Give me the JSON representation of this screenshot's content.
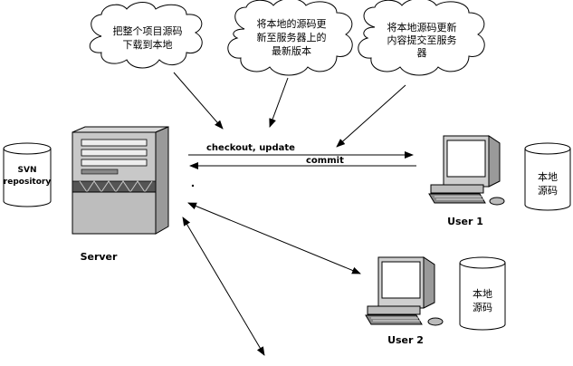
{
  "clouds": [
    {
      "id": "download",
      "lines": [
        "把整个项目源码",
        "下载到本地"
      ]
    },
    {
      "id": "update",
      "lines": [
        "将本地的源码更",
        "新至服务器上的",
        "最新版本"
      ]
    },
    {
      "id": "commit",
      "lines": [
        "将本地源码更新",
        "内容提交至服务",
        "器"
      ]
    }
  ],
  "repository": {
    "lines": [
      "SVN",
      "repository"
    ]
  },
  "server_label": "Server",
  "arrows": {
    "checkout_update": "checkout, update",
    "commit": "commit"
  },
  "users": [
    {
      "label": "User 1",
      "local_source_lines": [
        "本地",
        "源码"
      ]
    },
    {
      "label": "User 2",
      "local_source_lines": [
        "本地",
        "源码"
      ]
    }
  ]
}
